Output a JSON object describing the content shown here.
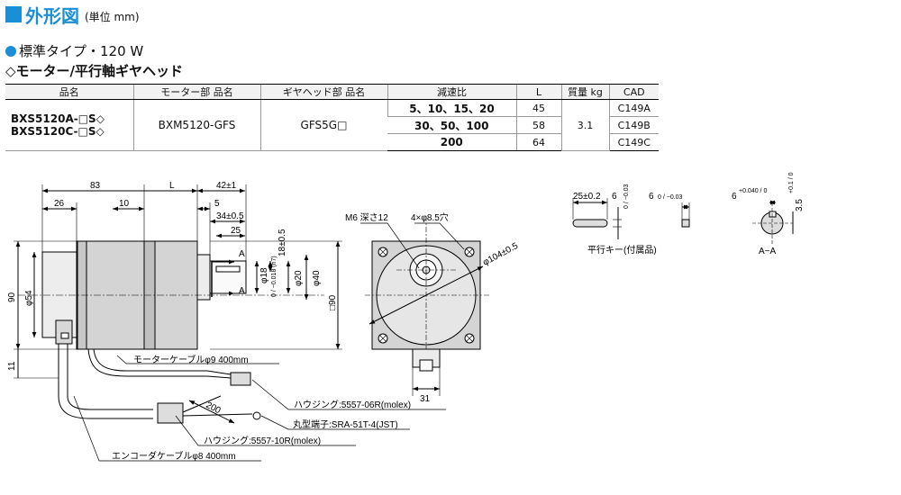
{
  "header": {
    "title": "外形図",
    "unit": "(単位 mm)"
  },
  "subtitle": "標準タイプ・120 W",
  "subtitle2": "◇モーター/平行軸ギヤヘッド",
  "table": {
    "headers": [
      "品名",
      "モーター部 品名",
      "ギヤヘッド部 品名",
      "減速比",
      "L",
      "質量 kg",
      "CAD"
    ],
    "product": [
      "BXS5120A-□S◇",
      "BXS5120C-□S◇"
    ],
    "motor": "BXM5120-GFS",
    "gearhead": "GFS5G□",
    "ratios": [
      "5、10、15、20",
      "30、50、100",
      "200"
    ],
    "L": [
      "45",
      "58",
      "64"
    ],
    "mass": "3.1",
    "cad": [
      "C149A",
      "C149B",
      "C149C"
    ]
  },
  "side": {
    "dims": {
      "d83": "83",
      "d26": "26",
      "d10": "10",
      "dL": "L",
      "d42": "42±1",
      "d5": "5",
      "d34": "34±0.5",
      "d25": "25",
      "phi18": "φ18",
      "phi18_tol": "0 / −0.018 (h7)",
      "d18": "18±0.5",
      "phi20": "φ20",
      "phi40": "φ40",
      "d90": "90",
      "phi54": "φ54",
      "d11": "11",
      "sq90": "□90",
      "A1": "A",
      "A2": "A",
      "d200": "200"
    },
    "labels": {
      "motor_cable": "モーターケーブルφ9 400mm",
      "housing1": "ハウジング:5557-06R(molex)",
      "terminal": "丸型端子:SRA-51T-4(JST)",
      "housing2": "ハウジング:5557-10R(molex)",
      "enc_cable": "エンコーダケーブルφ8 400mm"
    }
  },
  "front": {
    "m6": "M6 深さ12",
    "holes": "4×φ8.5穴",
    "phi104": "φ104±0.5",
    "d31": "31"
  },
  "key": {
    "d25": "25±0.2",
    "tol6a": "6",
    "tol6b": "0 / −0.03",
    "tol6c": "6",
    "tol6d": "0 / −0.03",
    "caption": "平行キー(付属品)"
  },
  "aa": {
    "t6": "6",
    "t6tol": "+0.040 / 0",
    "t35": "3.5",
    "t35tol": "+0.1 / 0",
    "caption": "A−A"
  }
}
